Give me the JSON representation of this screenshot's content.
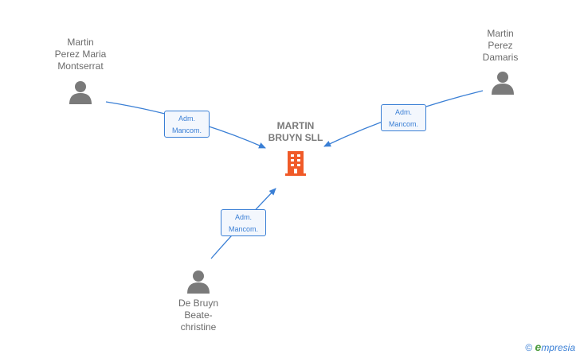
{
  "company": {
    "name_line1": "MARTIN",
    "name_line2": "BRUYN SLL",
    "icon": "building-icon",
    "color": "#f05a28"
  },
  "persons": [
    {
      "lines": [
        "Martin",
        "Perez Maria",
        "Montserrat"
      ],
      "icon": "person-icon"
    },
    {
      "lines": [
        "Martin",
        "Perez",
        "Damaris"
      ],
      "icon": "person-icon"
    },
    {
      "lines": [
        "De Bruyn",
        "Beate-",
        "christine"
      ],
      "icon": "person-icon"
    }
  ],
  "edges": [
    {
      "line1": "Adm.",
      "line2": "Mancom."
    },
    {
      "line1": "Adm.",
      "line2": "Mancom."
    },
    {
      "line1": "Adm.",
      "line2": "Mancom."
    }
  ],
  "brand": {
    "copyright": "©",
    "e": "e",
    "rest": "mpresia"
  },
  "colors": {
    "edge": "#3a7fd5",
    "person": "#7a7a7a",
    "text": "#6b6b6b"
  }
}
